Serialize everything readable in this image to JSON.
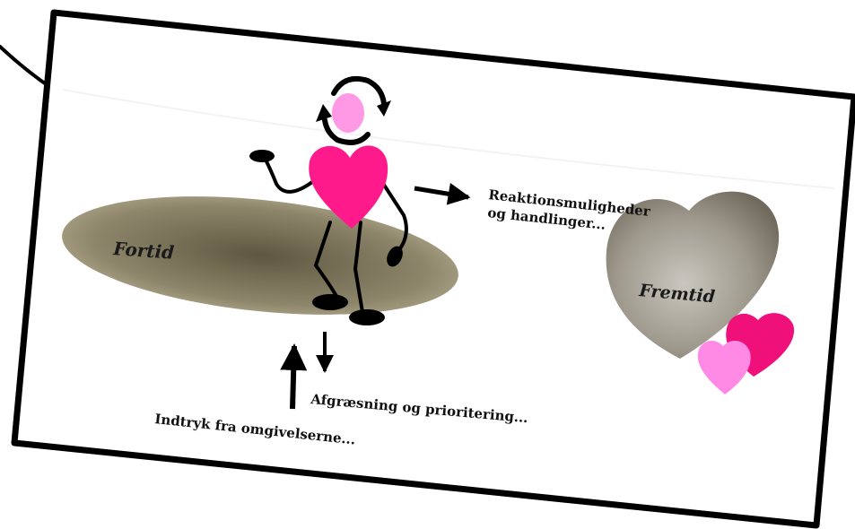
{
  "diagram": {
    "past_label": "Fortid",
    "future_label": "Fremtid",
    "reactions_line1": "Reaktionsmuligheder",
    "reactions_line2": "og handlinger...",
    "delimitation": "Afgræsning og prioritering...",
    "impressions": "Indtryk fra omgivelserne..."
  },
  "colors": {
    "card_border": "#000000",
    "past_ellipse": "#8c8266",
    "future_heart": "#8f8a7c",
    "figure_heart": "#ff1a8c",
    "figure_head": "#ff99e6",
    "small_heart_pink": "#ff8ae6",
    "small_heart_magenta": "#f0107a"
  }
}
